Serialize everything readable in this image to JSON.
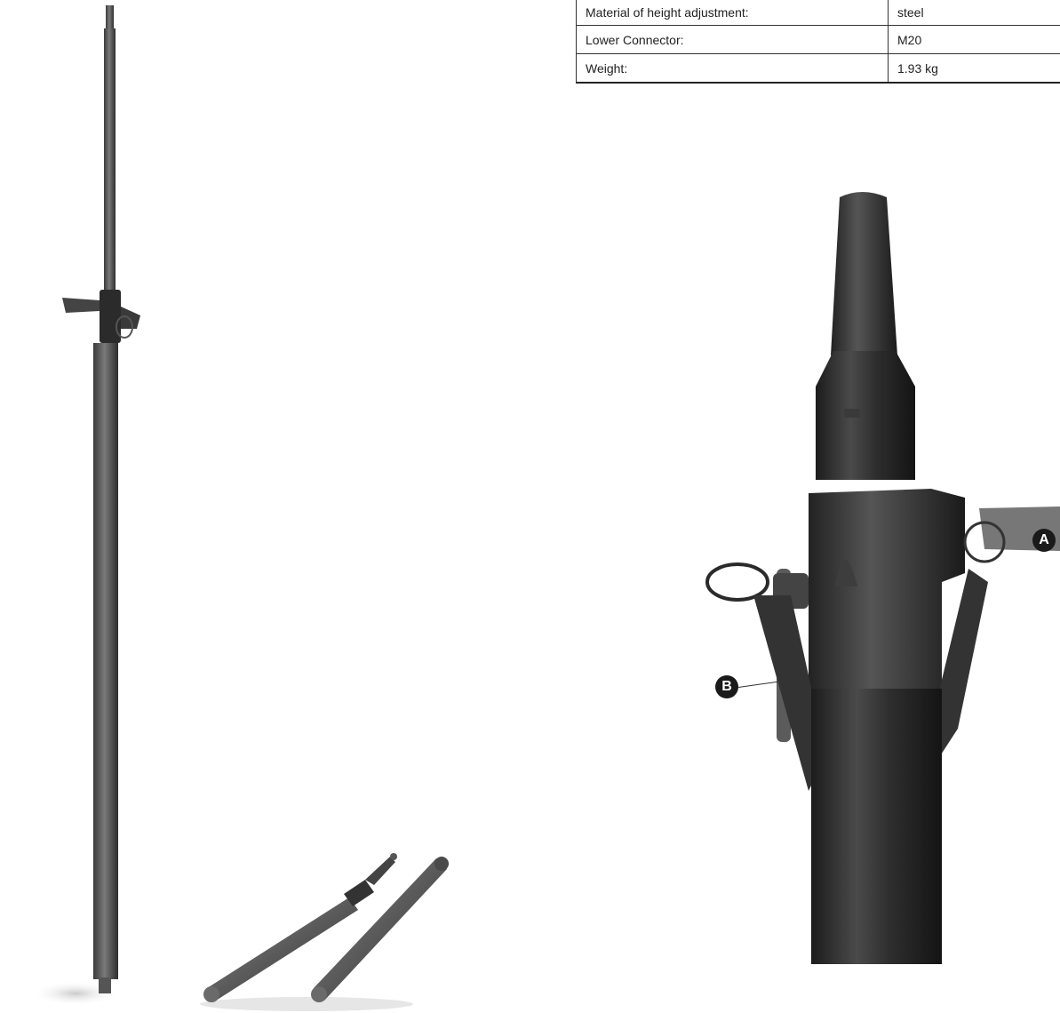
{
  "specs": {
    "rows": [
      {
        "label": "Material of height adjustment:",
        "value": "steel"
      },
      {
        "label": "Lower Connector:",
        "value": "M20"
      },
      {
        "label": "Weight:",
        "value": "1.93 kg"
      }
    ]
  },
  "callouts": {
    "a": "A",
    "b": "B"
  }
}
